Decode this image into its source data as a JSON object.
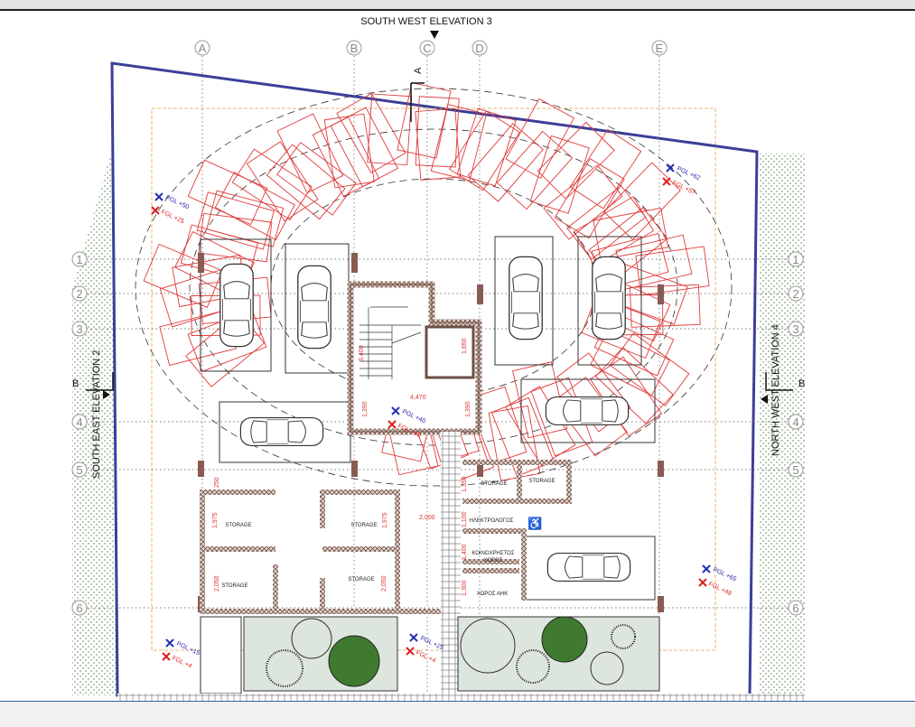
{
  "elevations": {
    "top": "SOUTH WEST ELEVATION 3",
    "left": "SOUTH EAST ELEVATION 2",
    "right": "NORTH WEST ELEVATION 4"
  },
  "section_markers": {
    "a": "A",
    "b": "B"
  },
  "grid_columns": [
    "A",
    "B",
    "C",
    "D",
    "E"
  ],
  "grid_rows": [
    "1",
    "2",
    "3",
    "4",
    "5",
    "6"
  ],
  "rooms": {
    "storage": "STORAGE",
    "electrical": "ΗΛΕΚΤΡΟΛΟΓΟΣ",
    "common_area": "ΚΟΙΝΟΧΡΗΣΤΟΣ",
    "common_area_2": "ΧΩΡΟΣ",
    "utility": "ΧΩΡΟΣ ΑΗΚ"
  },
  "dimensions": {
    "lobby_width": "4,470",
    "lift_depth": "1,650",
    "stair_length": "3,400",
    "lobby_depth": "1,390",
    "corridor": "2,000",
    "storage_upper": "1,975",
    "storage_lower": "2,050",
    "wall": "250",
    "room_1": "1,350",
    "room_2": "1,100",
    "room_3": "1,400",
    "room_4": "1,300"
  },
  "levels": [
    {
      "pgl": "PGL +62",
      "fgl": "FGL +57"
    },
    {
      "pgl": "PGL +50",
      "fgl": "FGL +25"
    },
    {
      "pgl": "PGL +40",
      "fgl": "FGL +40"
    },
    {
      "pgl": "PGL +65",
      "fgl": "FGL +48"
    },
    {
      "pgl": "PGL +15",
      "fgl": "FGL +4"
    },
    {
      "pgl": "PGL +25",
      "fgl": "FGL +4"
    }
  ],
  "colors": {
    "boundary": "#3a3f9a",
    "swept_path": "#e03a3a",
    "wall_hatch": "#8a6a5a",
    "garden": "#dde6dc",
    "tree": "#3f7a30",
    "pgl": "#2230b0",
    "fgl": "#d82020"
  }
}
